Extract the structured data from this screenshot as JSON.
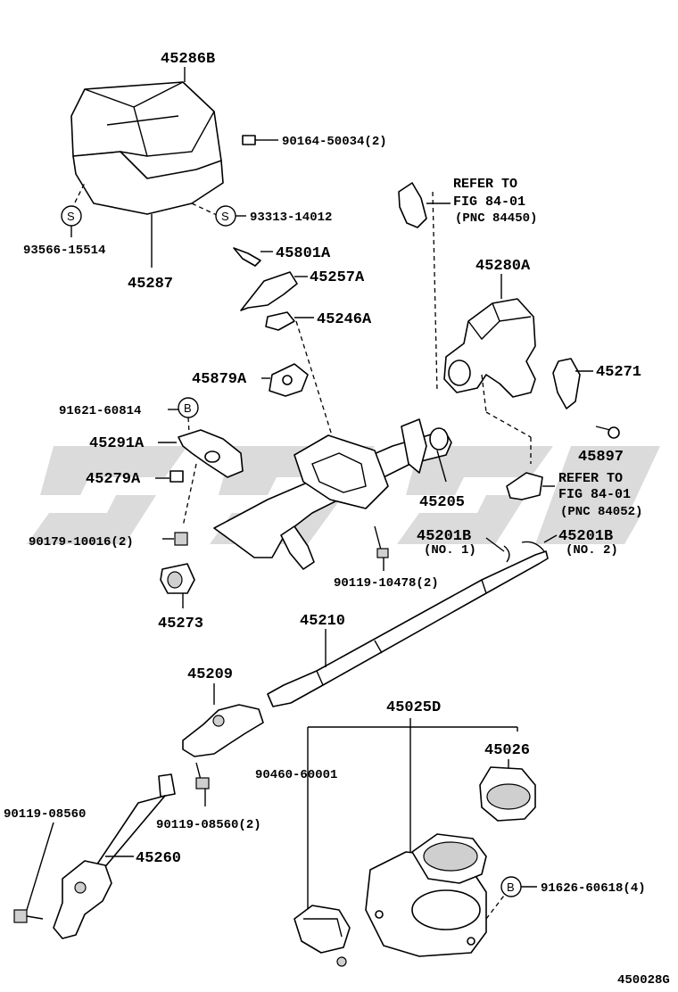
{
  "labels": {
    "p45286B": "45286B",
    "p90164": "90164-50034(2)",
    "refer1_a": "REFER TO",
    "refer1_b": "FIG 84-01",
    "refer1_c": "(PNC 84450)",
    "p93313": "93313-14012",
    "p93566": "93566-15514",
    "p45287": "45287",
    "p45801A": "45801A",
    "p45257A": "45257A",
    "p45246A": "45246A",
    "p45280A": "45280A",
    "p45879A": "45879A",
    "p45271": "45271",
    "p91621": "91621-60814",
    "p45897": "45897",
    "p45291A": "45291A",
    "refer2_a": "REFER TO",
    "refer2_b": "FIG 84-01",
    "refer2_c": "(PNC 84052)",
    "p45279A": "45279A",
    "p45205": "45205",
    "p45201B_1": "45201B",
    "no1": "(NO. 1)",
    "p45201B_2": "45201B",
    "no2": "(NO. 2)",
    "p90179": "90179-10016(2)",
    "p90119_10478": "90119-10478(2)",
    "p45273": "45273",
    "p45210": "45210",
    "p45209": "45209",
    "p45025D": "45025D",
    "p45026": "45026",
    "p90460": "90460-60001",
    "p90119_08560a": "90119-08560",
    "p90119_08560b": "90119-08560(2)",
    "p45260": "45260",
    "p91626": "91626-60618(4)",
    "fig_code": "450028G"
  },
  "markers": {
    "s": "S",
    "b": "B"
  }
}
